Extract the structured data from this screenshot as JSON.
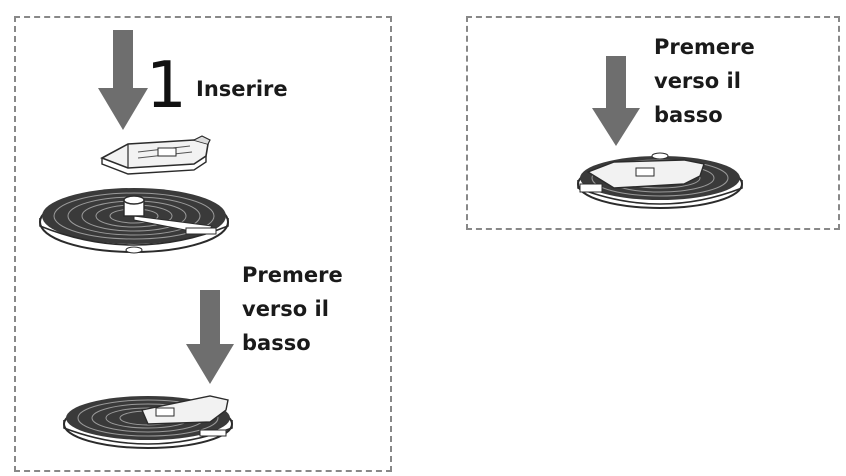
{
  "colors": {
    "arrow": "#6e6e6e",
    "text": "#1a1a1a",
    "dash_border": "#888888",
    "disc_dark": "#2b2b2b"
  },
  "left_panel": {
    "step1": {
      "number": "1",
      "label": "Inserire",
      "arrow_icon": "arrow-down-icon"
    },
    "step2": {
      "label_lines": [
        "Premere",
        "verso il",
        "basso"
      ],
      "arrow_icon": "arrow-down-icon"
    }
  },
  "right_panel": {
    "label_lines": [
      "Premere",
      "verso il",
      "basso"
    ],
    "arrow_icon": "arrow-down-icon"
  }
}
